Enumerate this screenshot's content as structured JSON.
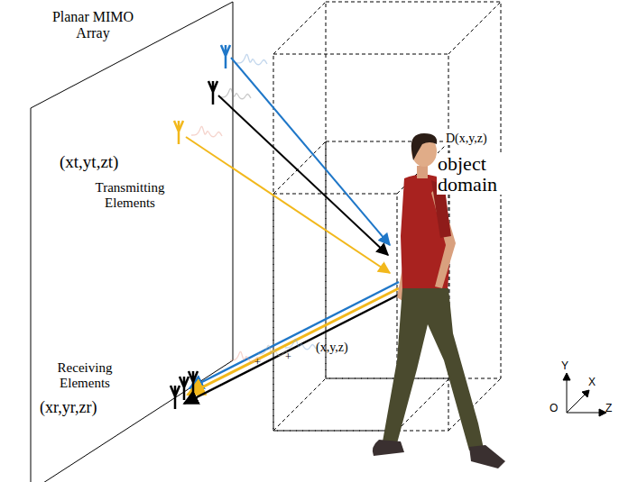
{
  "diagram": {
    "nodes": [
      {
        "text": [
          "Planar MIMO Array",
          "(xt,yt,zt)",
          "Transmitting Elements",
          "Receiving Elements",
          "(xr,yr,zr)"
        ]
      },
      {
        "text": [
          "D(x,y,z)",
          "object domain",
          "(x,y,z)"
        ]
      }
    ],
    "labels": [
      "Y",
      "X",
      "O",
      "Z"
    ]
  }
}
